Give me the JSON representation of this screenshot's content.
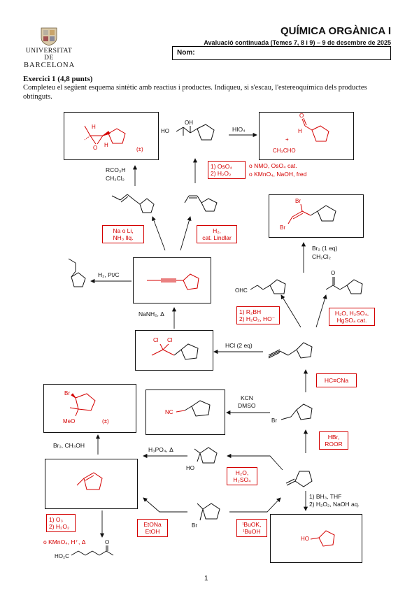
{
  "header": {
    "university_line1": "UNIVERSITAT DE",
    "university_line2": "BARCELONA",
    "course_title": "QUÍMICA ORGÀNICA I",
    "exam_subtitle": "Avaluació continuada (Temes 7, 8 i 9) – 9 de desembre de 2025",
    "name_label": "Nom:"
  },
  "exercise": {
    "title": "Exercici 1 (4,8 punts)",
    "instructions": "Completeu el següent esquema sintètic amb reactius i productes. Indiqueu, si s'escau, l'estereoquímica dels productes obtinguts."
  },
  "reagents": {
    "rco3h": "RCO₃H",
    "ch2cl2": "CH₂Cl₂",
    "hio4": "HIO₄",
    "oso4_1": "1) OsO₄",
    "h2o2_2": "2) H₂O₂",
    "nmo": "o NMO, OsO₄ cat.",
    "kmno4_cold": "o KMnO₄, NaOH, fred",
    "na_li": "Na o Li,",
    "nh3": "NH₃ llq.",
    "h2": "H₂,",
    "lindlar": "cat. Lindlar",
    "br2_1eq": "Br₂ (1 eq)",
    "ch2cl2_b": "CH₂Cl₂",
    "h2_ptc": "H₂, Pt/C",
    "nanh2": "NaNH₂, Δ",
    "r2bh": "1) R₂BH",
    "h2o2_ho": "2) H₂O₂, HO⁻",
    "hgso4_1": "H₂O, H₂SO₄,",
    "hgso4_2": "HgSO₄ cat.",
    "hcl_2eq": "HCl (2 eq)",
    "hccna": "HC≡CNa",
    "kcn": "KCN",
    "dmso": "DMSO",
    "hbr": "HBr,",
    "roor": "ROOR",
    "br2_meoh": "Br₂, CH₃OH",
    "h3po4": "H₃PO₄, Δ",
    "h2o": "H₂O,",
    "h2so4": "H₂SO₄",
    "bh3_1": "1) BH₃, THF",
    "bh3_2": "2) H₂O₂, NaOH aq.",
    "o3_1": "1) O₃",
    "o3_2": "2) H₂O₂",
    "kmno4_h": "o KMnO₄, H⁺, Δ",
    "etona": "EtONa",
    "etoh": "EtOH",
    "tbuok": "ᵗBuOK,",
    "tbuoh": "ᵗBuOH"
  },
  "structure_labels": {
    "h": "H",
    "o": "O",
    "racemic": "(±)",
    "ho": "HO",
    "oh": "OH",
    "plus": "+",
    "ch3cho": "CH₃CHO",
    "br": "Br",
    "ohc": "OHC",
    "cl": "Cl",
    "nc": "NC",
    "meo": "MeO",
    "ho2c": "HO₂C"
  },
  "page_number": "1"
}
